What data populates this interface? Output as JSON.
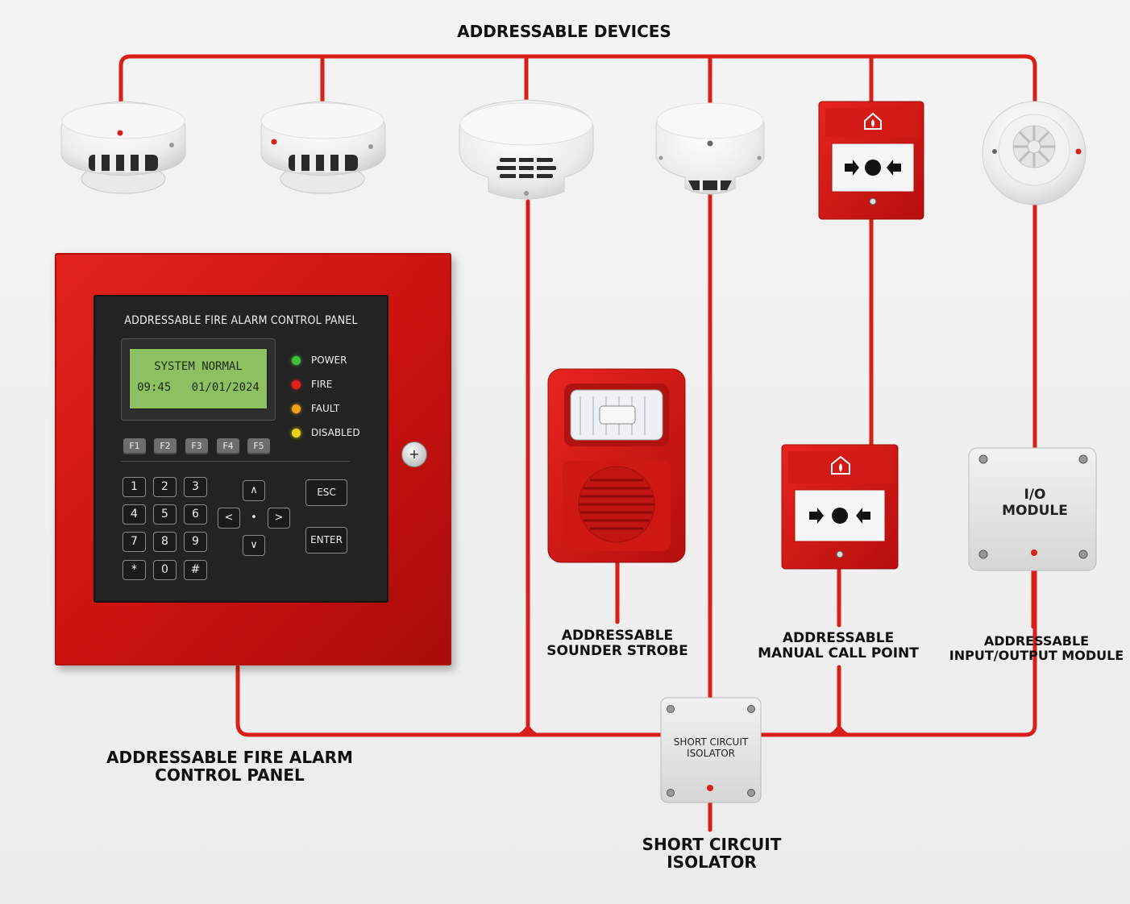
{
  "diagram": {
    "top_title": "ADDRESSABLE DEVICES",
    "control_panel_label": [
      "ADDRESSABLE FIRE ALARM",
      "CONTROL PANEL"
    ],
    "sounder_label": [
      "ADDRESSABLE",
      "SOUNDER STROBE"
    ],
    "call_point_label": [
      "ADDRESSABLE",
      "MANUAL CALL POINT"
    ],
    "io_module_label": [
      "ADDRESSABLE",
      "INPUT/OUTPUT MODULE"
    ],
    "isolator_label": [
      "SHORT CIRCUIT",
      "ISOLATOR"
    ]
  },
  "panel": {
    "title": "ADDRESSABLE FIRE ALARM CONTROL PANEL",
    "lcd_line1": "SYSTEM NORMAL",
    "lcd_time": "09:45",
    "lcd_date": "01/01/2024",
    "leds": [
      {
        "label": "POWER",
        "color": "#3fbf3a"
      },
      {
        "label": "FIRE",
        "color": "#e0201a"
      },
      {
        "label": "FAULT",
        "color": "#f0a21c"
      },
      {
        "label": "DISABLED",
        "color": "#e6d21a"
      }
    ],
    "function_keys": [
      "F1",
      "F2",
      "F3",
      "F4",
      "F5"
    ],
    "keypad": [
      "1",
      "2",
      "3",
      "4",
      "5",
      "6",
      "7",
      "8",
      "9",
      "*",
      "0",
      "#"
    ],
    "esc_label": "ESC",
    "enter_label": "ENTER",
    "arrow_up": "∧",
    "arrow_down": "∨",
    "arrow_left": "<",
    "arrow_right": ">",
    "arrow_center": "•",
    "lock_icon": "+"
  },
  "isolator_box": [
    "SHORT CIRCUIT",
    "ISOLATOR"
  ],
  "io_module_box": [
    "I/O",
    "MODULE"
  ],
  "colors": {
    "wire": "#d81f1a",
    "panel_red": "#d41a16",
    "device_white": "#f3f3f3",
    "lcd_green": "#8dc060"
  }
}
